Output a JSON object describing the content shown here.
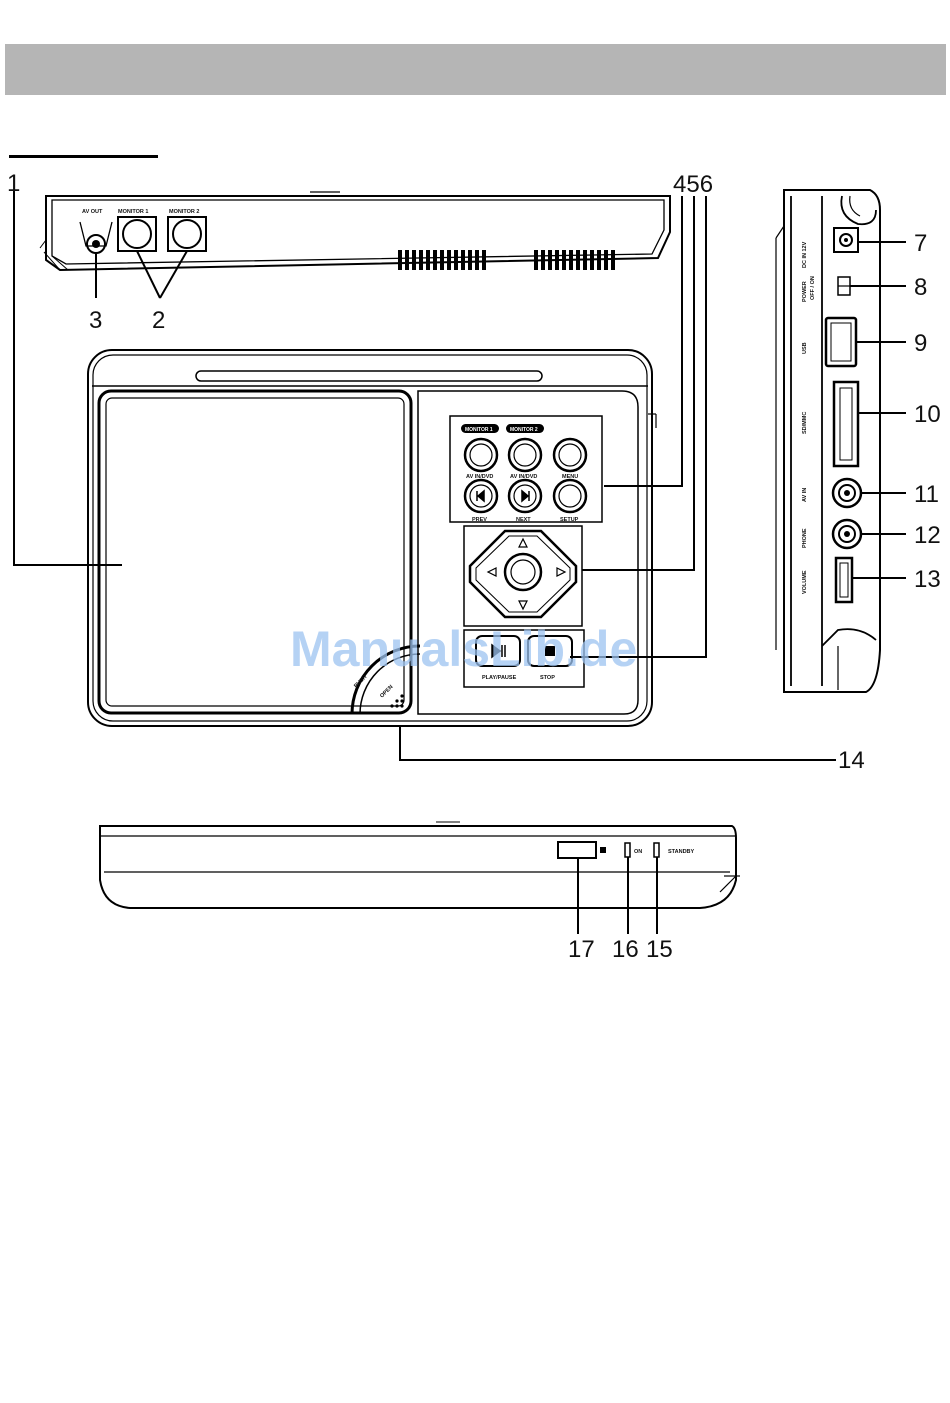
{
  "callouts": {
    "c1": "1",
    "c2": "2",
    "c3": "3",
    "c456": "456",
    "c7": "7",
    "c8": "8",
    "c9": "9",
    "c10": "10",
    "c11": "11",
    "c12": "12",
    "c13": "13",
    "c14": "14",
    "c15": "15",
    "c16": "16",
    "c17": "17"
  },
  "top_view": {
    "av_out": "AV OUT",
    "monitor1": "MONITOR 1",
    "monitor2": "MONITOR 2"
  },
  "front_panel": {
    "monitor1_badge": "MONITOR 1",
    "monitor2_badge": "MONITOR 2",
    "av_dvd_1": "AV IN/DVD",
    "av_dvd_2": "AV IN/DVD",
    "menu": "MENU",
    "prev": "PREV",
    "next": "NEXT",
    "setup": "SETUP",
    "play_pause": "PLAY/PAUSE",
    "stop": "STOP",
    "push": "PUSH",
    "open": "OPEN"
  },
  "side_view": {
    "dc_in": "DC IN 12V",
    "power": "POWER",
    "off_on": "OFF / ON",
    "usb": "USB",
    "sd_mmc": "SD/MMC",
    "av_in": "AV IN",
    "phone": "PHONE",
    "volume": "VOLUME"
  },
  "bottom_view": {
    "on": "ON",
    "standby": "STANDBY"
  },
  "watermark": "ManualsLib.de",
  "colors": {
    "header_bar": "#b5b5b5",
    "watermark": "#9cc3f0"
  }
}
